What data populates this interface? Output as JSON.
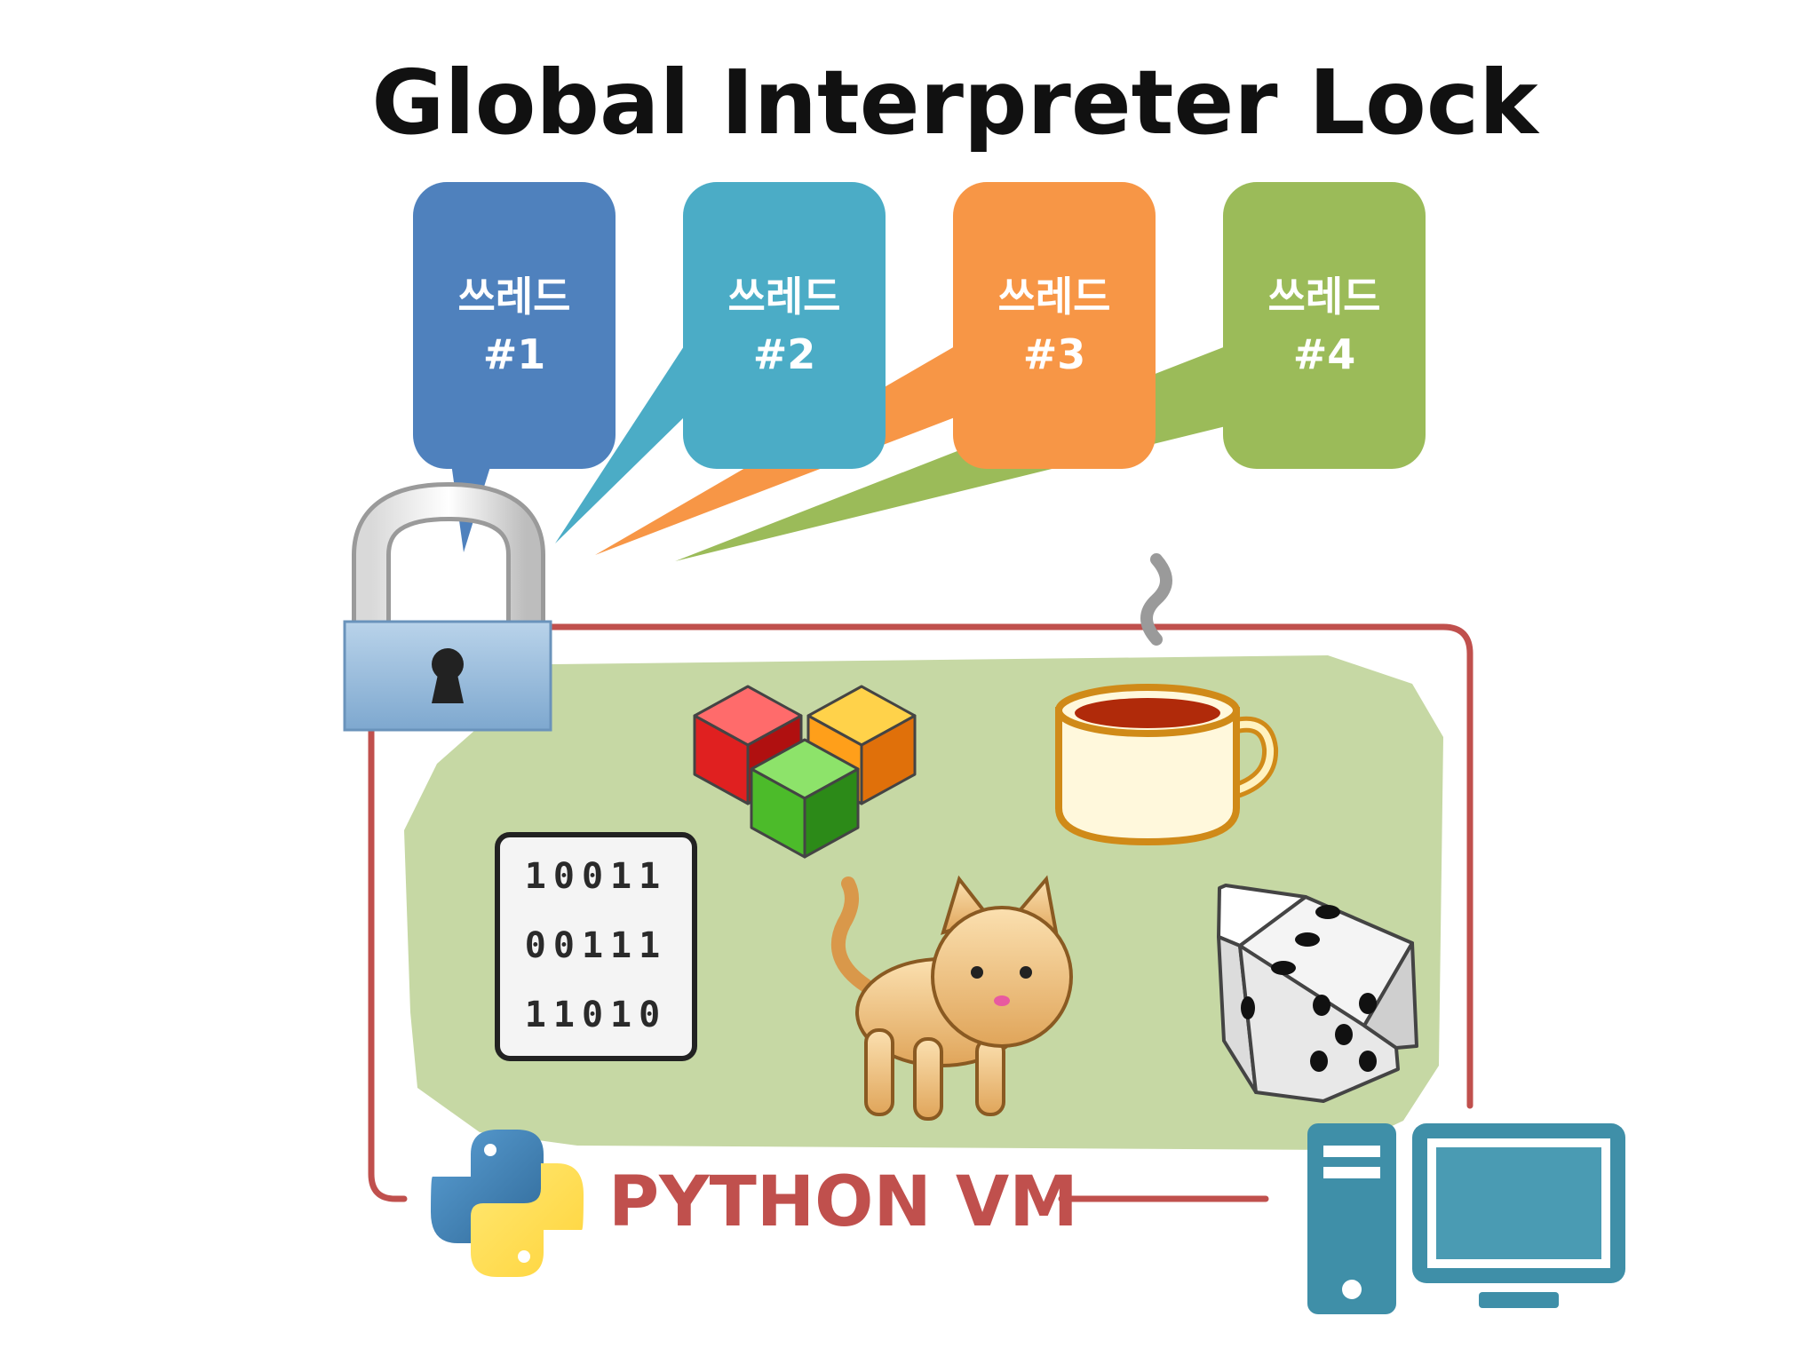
{
  "title": "Global Interpreter Lock",
  "threads": [
    {
      "line1": "쓰레드",
      "line2": "#1",
      "color": "#4f81bd"
    },
    {
      "line1": "쓰레드",
      "line2": "#2",
      "color": "#4bacc6"
    },
    {
      "line1": "쓰레드",
      "line2": "#3",
      "color": "#f79646"
    },
    {
      "line1": "쓰레드",
      "line2": "#4",
      "color": "#9bbb59"
    }
  ],
  "vm_label": "PYTHON VM",
  "binary_rows": [
    "10011",
    "00111",
    "11010"
  ],
  "icons": [
    "lock-icon",
    "cubes-icon",
    "coffee-cup-icon",
    "binary-file-icon",
    "cat-icon",
    "dice-icon",
    "python-logo-icon",
    "computer-icon"
  ],
  "colors": {
    "frame": "#c0504d",
    "memory_area": "#c6d8a4",
    "computer": "#3f8fa8"
  }
}
